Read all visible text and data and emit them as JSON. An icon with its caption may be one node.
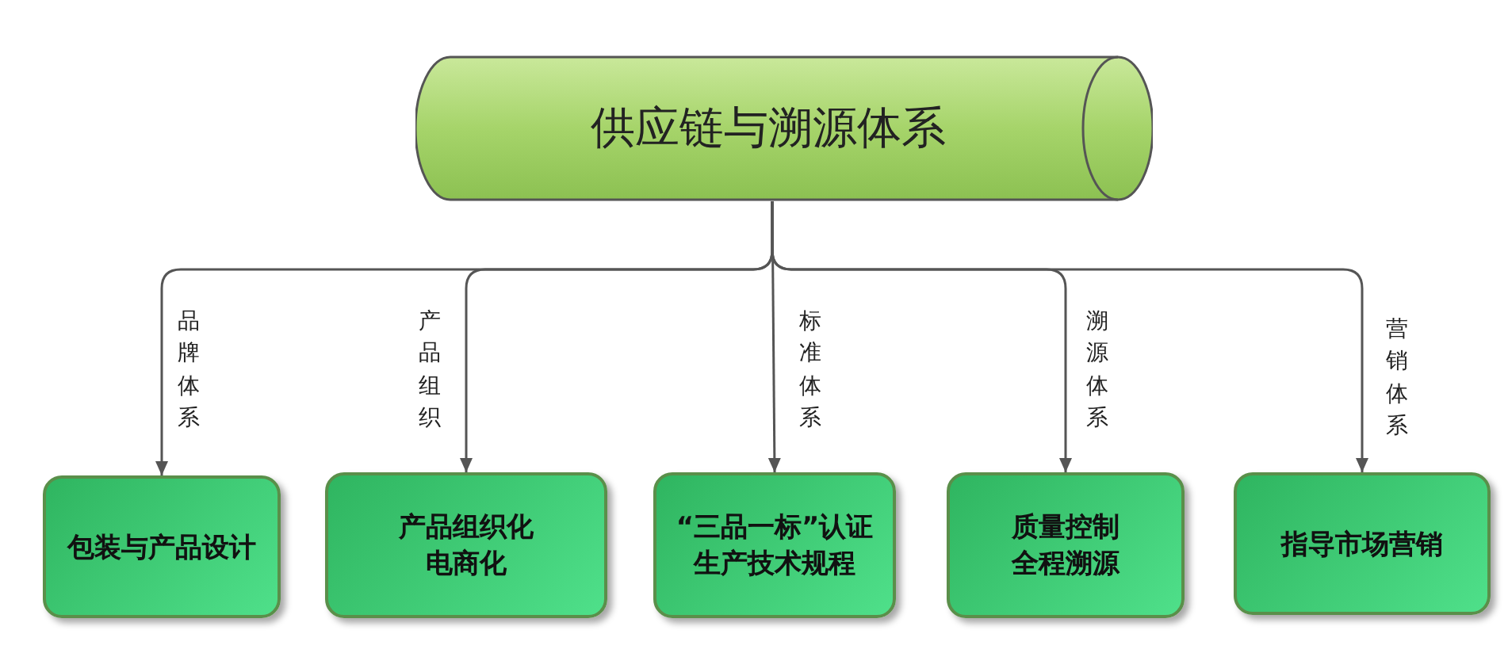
{
  "diagram": {
    "nodes": [
      {
        "text": [
          "供应链与溯源体系"
        ]
      },
      {
        "text": [
          "包装与产品设计"
        ]
      },
      {
        "text": [
          "产品组织化电商化"
        ]
      },
      {
        "text": [
          "“三品一标”认证生产技术规程"
        ]
      },
      {
        "text": [
          "质量控制全程溯源"
        ]
      },
      {
        "text": [
          "指导市场营销"
        ]
      }
    ],
    "edges": [
      {
        "from": 0,
        "to": 1,
        "arrow": "to",
        "label": "品牌体系"
      },
      {
        "from": 0,
        "to": 2,
        "arrow": "to",
        "label": "产品组织"
      },
      {
        "from": 0,
        "to": 3,
        "arrow": "to",
        "label": "标准体系"
      },
      {
        "from": 0,
        "to": 4,
        "arrow": "to",
        "label": "溯源体系"
      },
      {
        "from": 0,
        "to": 5,
        "arrow": "to",
        "label": "营销体系"
      }
    ]
  }
}
